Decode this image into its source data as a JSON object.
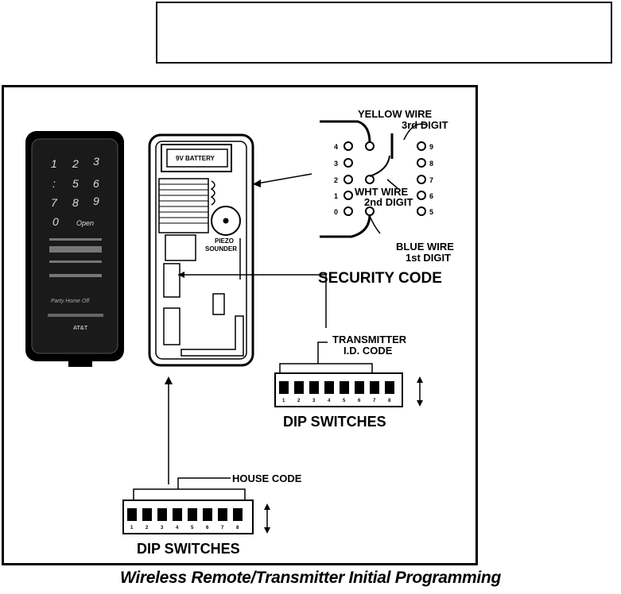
{
  "labels": {
    "yellow_wire": "YELLOW WIRE",
    "third_digit": "3rd DIGIT",
    "wht_wire": "WHT WIRE",
    "second_digit": "2nd DIGIT",
    "blue_wire": "BLUE WIRE",
    "first_digit": "1st DIGIT",
    "security_code": "SECURITY CODE",
    "transmitter": "TRANSMITTER",
    "id_code": "I.D. CODE",
    "dip_switches_1": "DIP SWITCHES",
    "house_code": "HOUSE CODE",
    "dip_switches_2": "DIP SWITCHES",
    "battery": "9V BATTERY",
    "piezo": "PIEZO",
    "sounder": "SOUNDER"
  },
  "security_pins": {
    "left": [
      "4",
      "3",
      "2",
      "1",
      "0"
    ],
    "right": [
      "9",
      "8",
      "7",
      "6",
      "5"
    ]
  },
  "keypad": {
    "rows": [
      [
        "1",
        "2",
        "3"
      ],
      [
        ":",
        "5",
        "6"
      ],
      [
        "7",
        "8",
        "9"
      ],
      [
        "0",
        "Open"
      ]
    ],
    "bottom_label": "Party  Home  Off",
    "logo": "AT&T"
  },
  "dip_numbers": [
    "1",
    "2",
    "3",
    "4",
    "5",
    "6",
    "7",
    "8"
  ],
  "caption": "Wireless Remote/Transmitter Initial Programming"
}
